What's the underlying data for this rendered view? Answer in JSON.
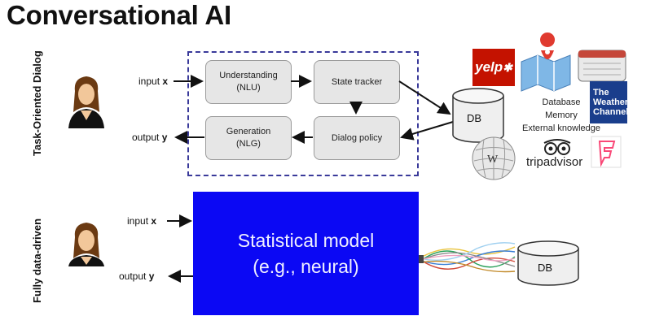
{
  "title": "Conversational AI",
  "task_oriented": {
    "side_label": "Task-Oriented Dialog",
    "input_label": "input",
    "input_var": "x",
    "output_label": "output",
    "output_var": "y",
    "nodes": {
      "nlu_line1": "Understanding",
      "nlu_line2": "(NLU)",
      "state_tracker": "State tracker",
      "nlg_line1": "Generation",
      "nlg_line2": "(NLG)",
      "dialog_policy": "Dialog policy"
    },
    "db_label": "DB",
    "knowledge": [
      "Database",
      "Memory",
      "External knowledge"
    ],
    "logos": {
      "yelp": "yelp",
      "weather_line1": "The",
      "weather_line2": "Weather",
      "weather_line3": "Channel",
      "tripadvisor": "tripadvisor"
    }
  },
  "data_driven": {
    "side_label": "Fully data-driven",
    "input_label": "input",
    "input_var": "x",
    "output_label": "output",
    "output_var": "y",
    "model_line1": "Statistical model",
    "model_line2": "(e.g., neural)",
    "db_label": "DB"
  },
  "colors": {
    "model_box": "#0b08f4",
    "dashed_border": "#3a3a9a",
    "node_fill": "#e6e6e6",
    "yelp_red": "#c41200",
    "weather_blue": "#1a3e8c",
    "foursquare_pink": "#f94877"
  },
  "icons": [
    "person-icon",
    "yelp-logo",
    "maps-icon",
    "calendar-icon",
    "weather-channel-logo",
    "wikipedia-globe-icon",
    "tripadvisor-owl-icon",
    "foursquare-logo",
    "cable-bundle-icon",
    "database-icon"
  ]
}
